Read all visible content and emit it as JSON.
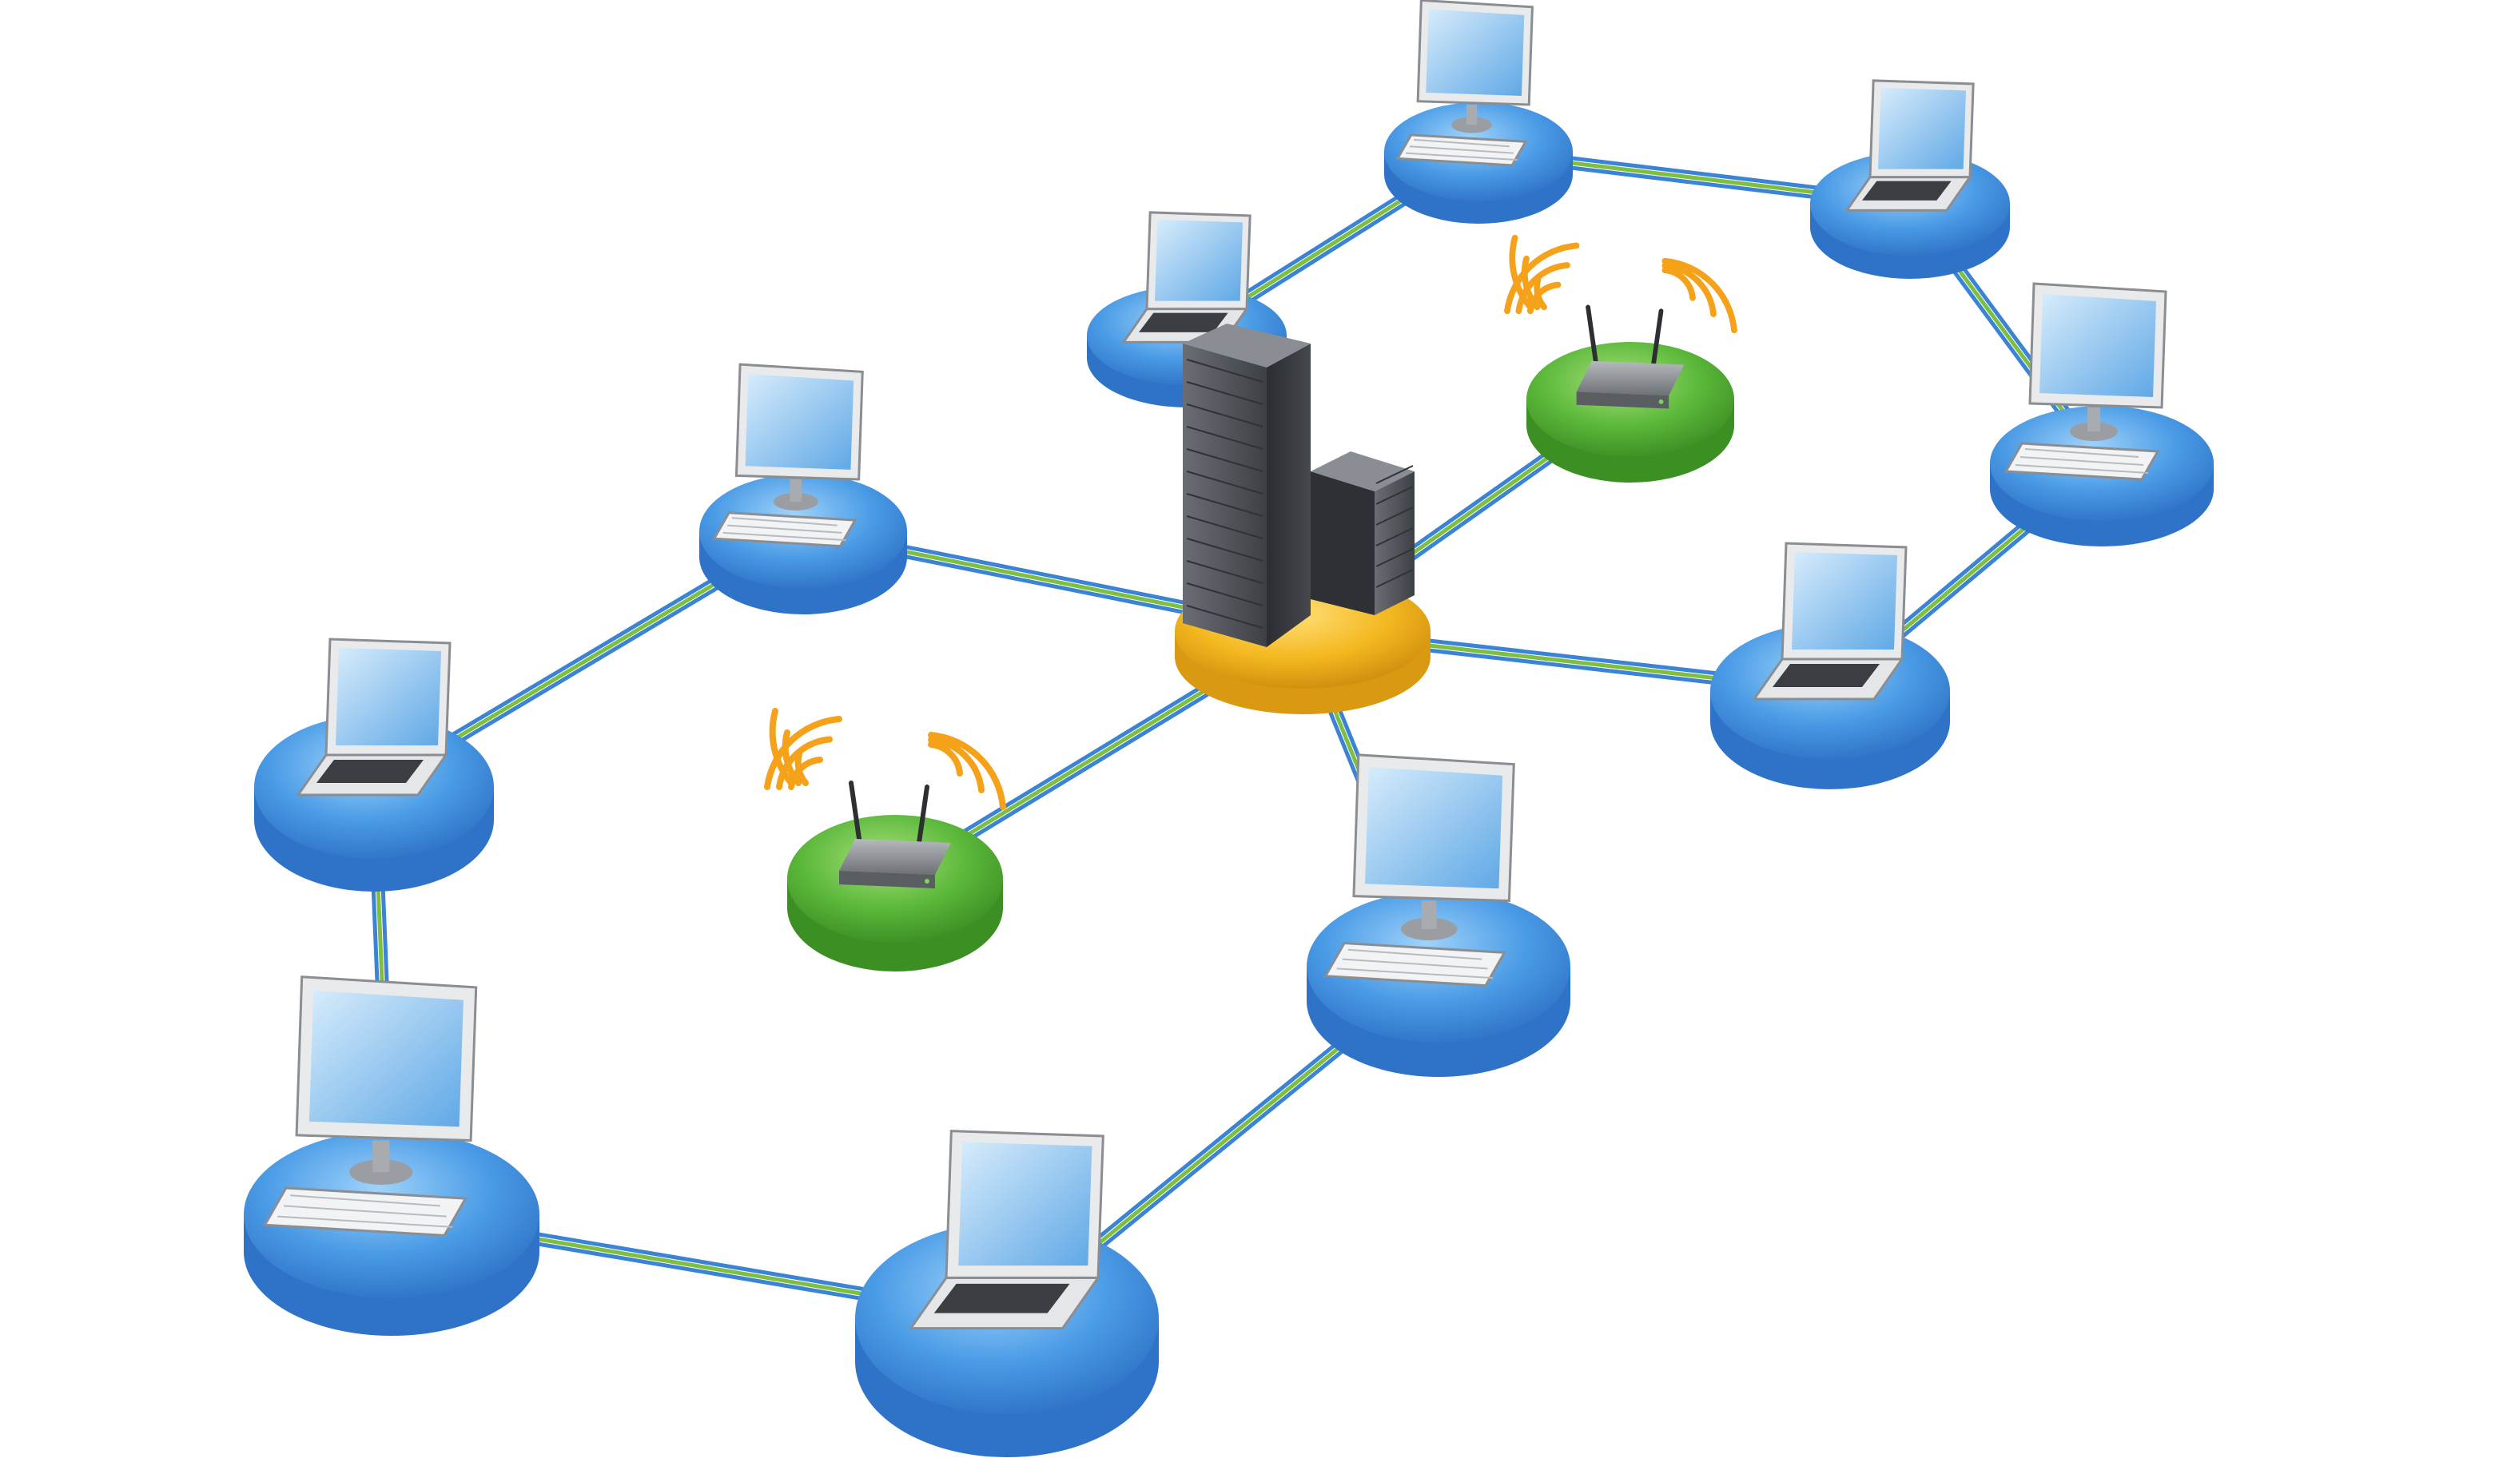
{
  "diagram": {
    "kind": "network-topology",
    "colors": {
      "background": "#ffffff",
      "client_disc": "#3d8fe0",
      "client_disc_top": "#7cc0f5",
      "server_disc": "#f2b21c",
      "router_disc": "#4cae2e",
      "link_blue": "#3b83d6",
      "link_green": "#7fbf3f",
      "wifi_wave": "#f5a21a",
      "server_body": "#4a4d52",
      "screen_blue": "#8fc7f2"
    },
    "nodes": [
      {
        "id": "server",
        "type": "server-stack",
        "icon": "server-rack-icon"
      },
      {
        "id": "router-left",
        "type": "wireless-router",
        "icon": "wifi-router-icon"
      },
      {
        "id": "router-top",
        "type": "wireless-router",
        "icon": "wifi-router-icon"
      },
      {
        "id": "pc-top-center",
        "type": "desktop",
        "icon": "desktop-computer-icon"
      },
      {
        "id": "laptop-top-right",
        "type": "laptop",
        "icon": "laptop-icon"
      },
      {
        "id": "pc-right",
        "type": "desktop",
        "icon": "desktop-computer-icon"
      },
      {
        "id": "laptop-mid-right",
        "type": "laptop",
        "icon": "laptop-icon"
      },
      {
        "id": "laptop-top-left-center",
        "type": "laptop",
        "icon": "laptop-icon"
      },
      {
        "id": "pc-upper-left",
        "type": "desktop",
        "icon": "desktop-computer-icon"
      },
      {
        "id": "laptop-left",
        "type": "laptop",
        "icon": "laptop-icon"
      },
      {
        "id": "pc-lower-center",
        "type": "desktop",
        "icon": "desktop-computer-icon"
      },
      {
        "id": "pc-bottom-left",
        "type": "desktop",
        "icon": "desktop-computer-icon"
      },
      {
        "id": "laptop-bottom",
        "type": "laptop",
        "icon": "laptop-icon"
      }
    ],
    "links": [
      [
        "server",
        "pc-upper-left"
      ],
      [
        "server",
        "router-left"
      ],
      [
        "server",
        "laptop-top-left-center"
      ],
      [
        "server",
        "router-top"
      ],
      [
        "server",
        "laptop-mid-right"
      ],
      [
        "server",
        "pc-lower-center"
      ],
      [
        "pc-upper-left",
        "laptop-left"
      ],
      [
        "laptop-left",
        "pc-bottom-left"
      ],
      [
        "pc-bottom-left",
        "laptop-bottom"
      ],
      [
        "laptop-bottom",
        "pc-lower-center"
      ],
      [
        "laptop-top-left-center",
        "pc-top-center"
      ],
      [
        "pc-top-center",
        "laptop-top-right"
      ],
      [
        "laptop-top-right",
        "pc-right"
      ],
      [
        "pc-right",
        "laptop-mid-right"
      ]
    ]
  }
}
